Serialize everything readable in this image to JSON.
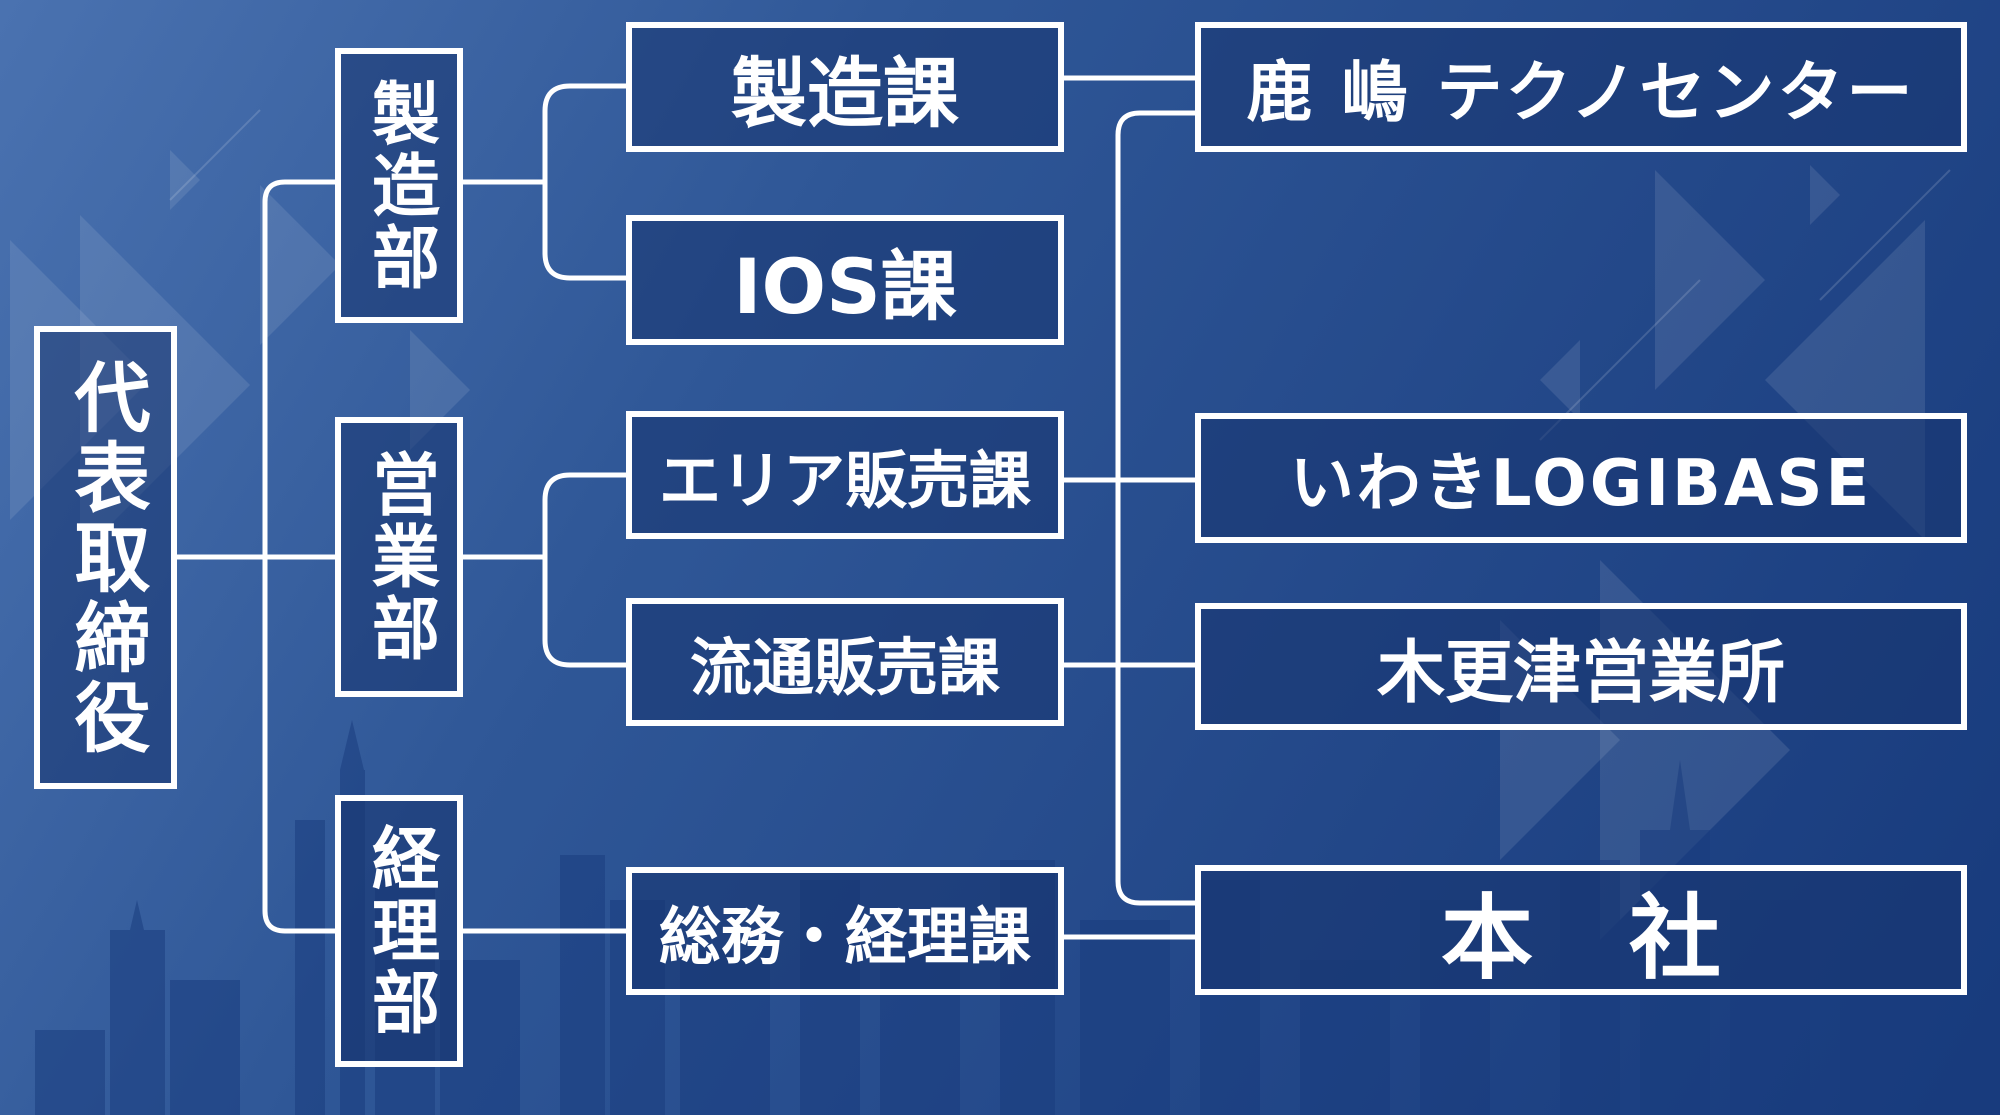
{
  "colors": {
    "background_from": "#4a72b0",
    "background_to": "#173a7c",
    "box_border": "#ffffff",
    "text": "#ffffff",
    "connector": "#ffffff"
  },
  "executive": {
    "label": "代表取締役"
  },
  "departments": [
    {
      "label": "製造部"
    },
    {
      "label": "営業部"
    },
    {
      "label": "経理部"
    }
  ],
  "sections": [
    {
      "label": "製造課"
    },
    {
      "label": "IOS課"
    },
    {
      "label": "エリア販売課"
    },
    {
      "label": "流通販売課"
    },
    {
      "label": "総務・経理課"
    }
  ],
  "locations": [
    {
      "label": "鹿 嶋 テクノセンター"
    },
    {
      "label": "いわきLOGIBASE"
    },
    {
      "label": "木更津営業所"
    },
    {
      "label": "本社"
    }
  ]
}
